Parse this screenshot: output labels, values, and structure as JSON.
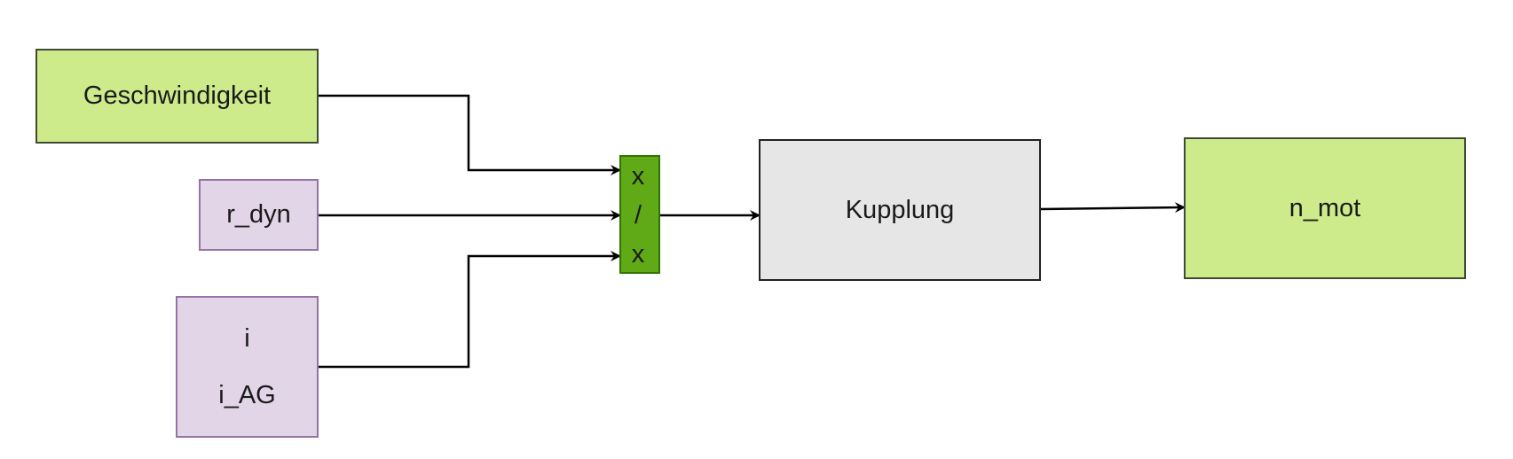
{
  "blocks": {
    "speed": {
      "label": "Geschwindigkeit"
    },
    "r_dyn": {
      "label": "r_dyn"
    },
    "ratio": {
      "top_label": "i",
      "bottom_label": "i_AG"
    },
    "mul_div": {
      "ops": [
        "x",
        "/",
        "x"
      ]
    },
    "clutch": {
      "label": "Kupplung"
    },
    "n_mot": {
      "label": "n_mot"
    }
  },
  "colors": {
    "input_green": "#cdeb8b",
    "input_purple": "#e1d5e7",
    "operator_green": "#60a917",
    "process_gray": "#e6e6e6",
    "connector": "#000000"
  }
}
